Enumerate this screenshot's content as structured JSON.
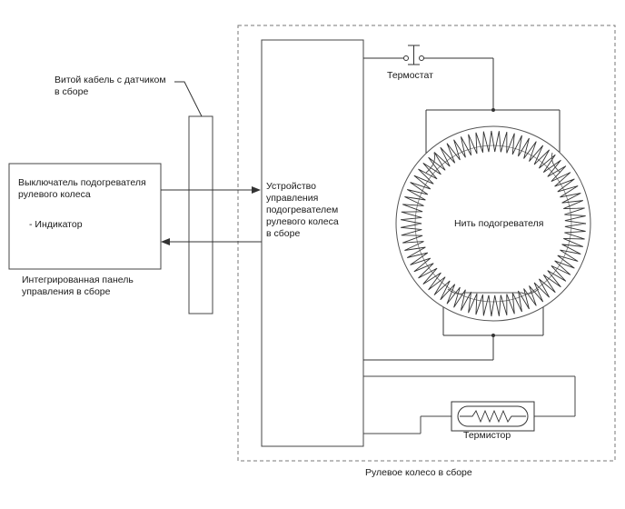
{
  "labels": {
    "twisted_cable": "Витой кабель с датчиком\nв сборе",
    "heater_switch": "Выключатель подогревателя\nрулевого колеса",
    "indicator": "-   Индикатор",
    "integrated_panel": "Интегрированная панель\nуправления в сборе",
    "control_unit": "Устройство\nуправления\nподогревателем\nрулевого колеса\nв сборе",
    "thermostat": "Термостат",
    "heater_wire": "Нить подогревателя",
    "thermistor": "Термистор",
    "steering_wheel_assembly": "Рулевое колесо в сборе"
  }
}
